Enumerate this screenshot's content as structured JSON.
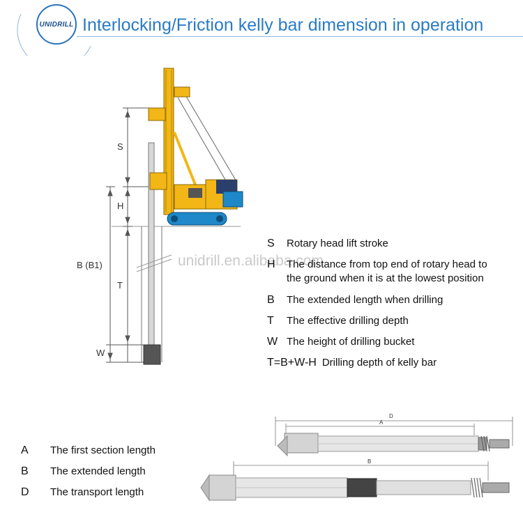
{
  "header": {
    "logo_text": "UNIDRILL",
    "title": "Interlocking/Friction kelly bar dimension in operation"
  },
  "watermark": "unidrill.en.alibaba.com",
  "rig_dimensions": {
    "s": "S",
    "h": "H",
    "b": "B (B1)",
    "t": "T",
    "w": "W"
  },
  "legend": [
    {
      "key": "S",
      "text": "Rotary head lift stroke"
    },
    {
      "key": "H",
      "text": "The distance from top end of rotary head to",
      "text2": "the ground when it is at the lowest position"
    },
    {
      "key": "B",
      "text": "The extended length when drilling"
    },
    {
      "key": "T",
      "text": "The effective drilling depth"
    },
    {
      "key": "W",
      "text": "The height of drilling bucket"
    },
    {
      "key": "T=B+W-H",
      "text": "Drilling depth of kelly bar"
    }
  ],
  "bottom_legend": [
    {
      "key": "A",
      "text": "The first section length"
    },
    {
      "key": "B",
      "text": "The extended length"
    },
    {
      "key": "D",
      "text": "The transport length"
    }
  ],
  "kelly_dimensions": {
    "d": "D",
    "a": "A",
    "b": "B"
  },
  "colors": {
    "title_blue": "#2a7bc4",
    "rig_yellow": "#f2b616",
    "crawler_blue": "#1e88c8"
  }
}
